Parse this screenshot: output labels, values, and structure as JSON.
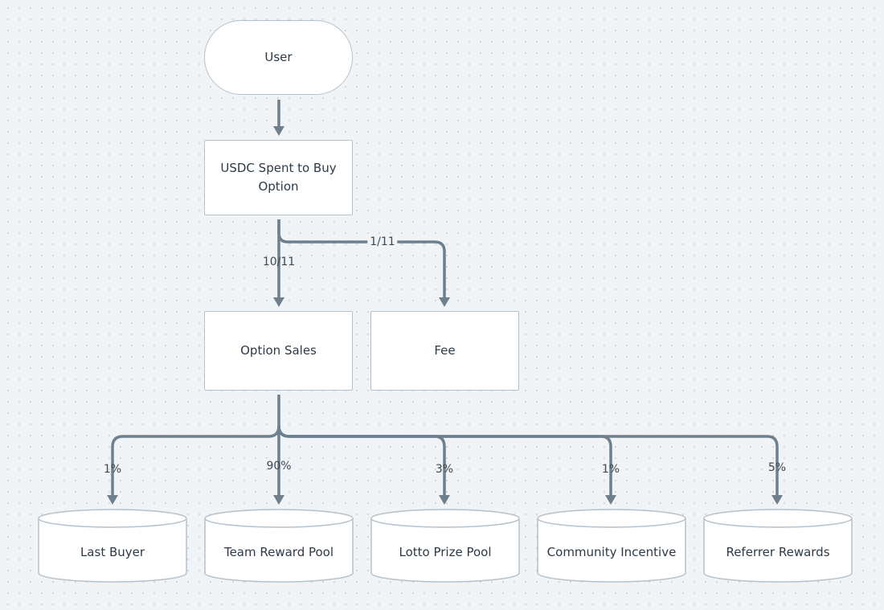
{
  "diagram": {
    "nodes": {
      "user": {
        "label": "User"
      },
      "usdc_spent": {
        "label": "USDC Spent to Buy Option"
      },
      "option_sales": {
        "label": "Option Sales"
      },
      "fee": {
        "label": "Fee"
      },
      "last_buyer": {
        "label": "Last Buyer"
      },
      "team_reward_pool": {
        "label": "Team Reward Pool"
      },
      "lotto_prize_pool": {
        "label": "Lotto Prize Pool"
      },
      "community_incentive": {
        "label": "Community Incentive"
      },
      "referrer_rewards": {
        "label": "Referrer Rewards"
      }
    },
    "edges": {
      "usdc_to_option_sales": {
        "label": "10/11"
      },
      "usdc_to_fee": {
        "label": "1/11"
      },
      "sales_to_last_buyer": {
        "label": "1%"
      },
      "sales_to_team_reward_pool": {
        "label": "90%"
      },
      "sales_to_lotto_prize_pool": {
        "label": "3%"
      },
      "sales_to_community_incentive": {
        "label": "1%"
      },
      "sales_to_referrer_rewards": {
        "label": "5%"
      }
    }
  },
  "colors": {
    "background": "#f1f4f6",
    "node_fill": "#ffffff",
    "node_border": "#b5c1cb",
    "edge": "#6e7f8d",
    "text": "#2e3a46"
  }
}
